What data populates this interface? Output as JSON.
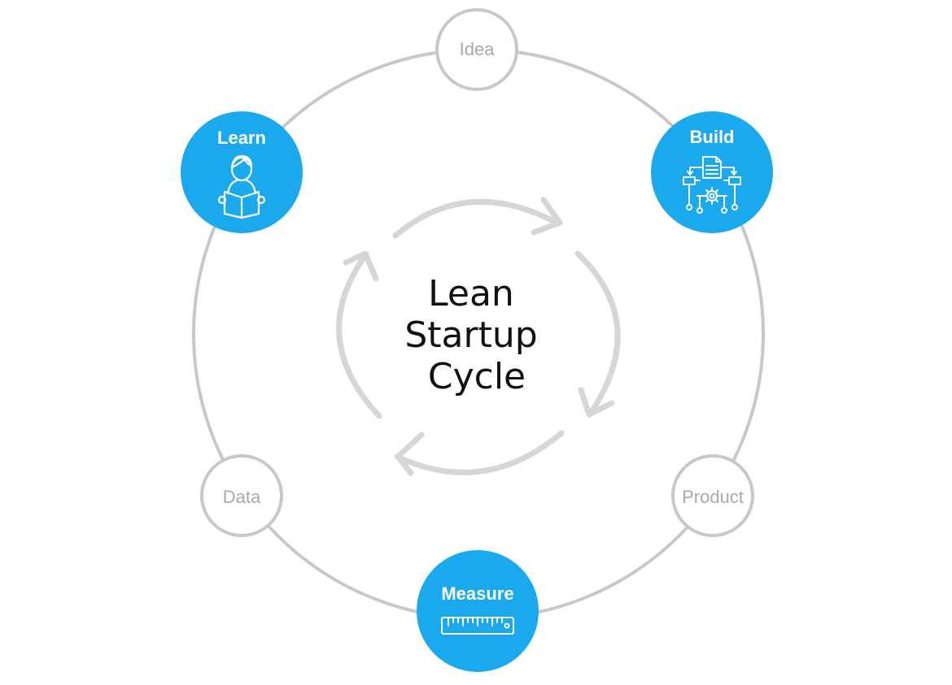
{
  "diagram": {
    "center_title": [
      "Lean",
      "Startup",
      "Cycle"
    ],
    "nodes": {
      "idea": {
        "label": "Idea",
        "style": "outline"
      },
      "build": {
        "label": "Build",
        "style": "filled",
        "icon": "flowchart-gear-icon"
      },
      "product": {
        "label": "Product",
        "style": "outline"
      },
      "measure": {
        "label": "Measure",
        "style": "filled",
        "icon": "ruler-icon"
      },
      "data": {
        "label": "Data",
        "style": "outline"
      },
      "learn": {
        "label": "Learn",
        "style": "filled",
        "icon": "person-reading-icon"
      }
    },
    "colors": {
      "accent": "#1aa9ec",
      "ring": "#c8c8c8",
      "arrows": "#d6d6d6",
      "outline_text": "#a9a9a9",
      "title_text": "#111111"
    }
  }
}
